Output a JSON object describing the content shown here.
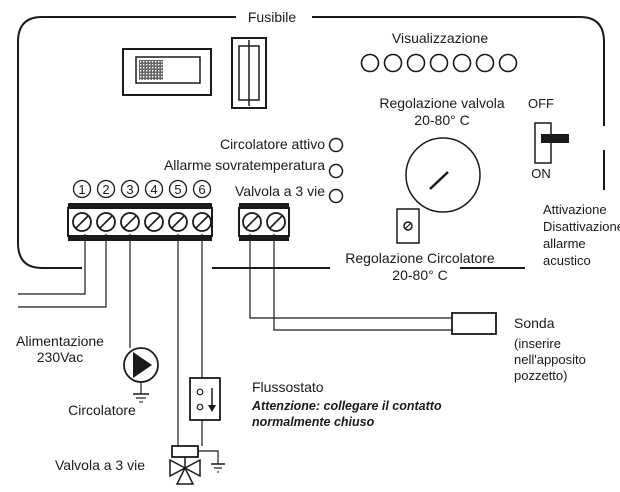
{
  "labels": {
    "fuse": "Fusibile",
    "display": "Visualizzazione",
    "valve_regulation": "Regolazione valvola",
    "valve_range": "20-80° C",
    "off": "OFF",
    "on": "ON",
    "circulator_active": "Circolatore attivo",
    "overtemp_alarm": "Allarme sovratemperatura",
    "three_way_valve_out": "Valvola a 3 vie",
    "circulator_regulation": "Regolazione Circolatore",
    "circulator_range": "20-80° C",
    "alarm_toggle_lines": [
      "Attivazione",
      "Disattivazione",
      "allarme",
      "acustico"
    ],
    "power_lines": [
      "Alimentazione",
      "230Vac"
    ],
    "circulator": "Circolatore",
    "probe": "Sonda",
    "probe_note_lines": [
      "(inserire",
      "nell'apposito",
      "pozzetto)"
    ],
    "flow_switch": "Flussostato",
    "warning_lines": [
      "Attenzione: collegare il contatto",
      "normalmente chiuso"
    ],
    "three_way_valve": "Valvola a 3 vie"
  },
  "terminals": {
    "numbers": [
      "1",
      "2",
      "3",
      "4",
      "5",
      "6"
    ],
    "main_count": 6,
    "probe_count": 2
  },
  "indicators": {
    "led_count": 7
  }
}
